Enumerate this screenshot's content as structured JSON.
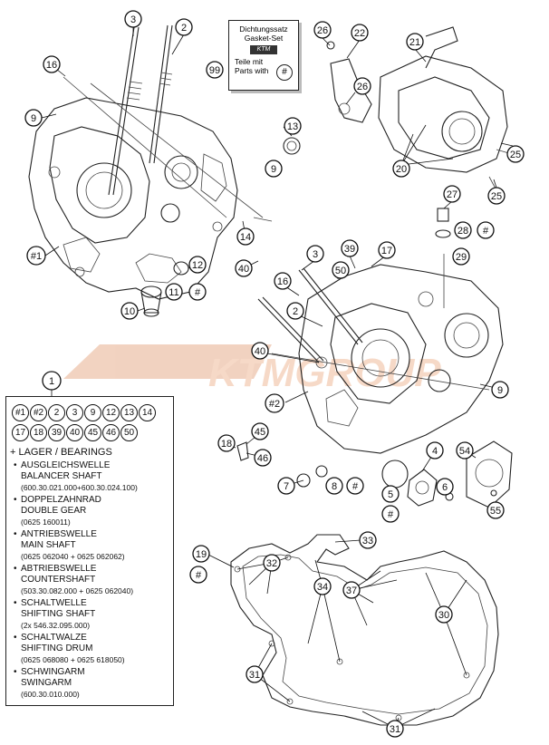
{
  "watermark": "KTMGROUP",
  "gasket_set": {
    "line1": "Dichtungssatz",
    "line2": "Gasket-Set",
    "logo": "KTM",
    "line3": "Teile mit",
    "line4": "Parts with",
    "hash": "#",
    "number": "99"
  },
  "legend": {
    "number": "1",
    "chips": [
      "#1",
      "#2",
      "2",
      "3",
      "9",
      "12",
      "13",
      "14",
      "17",
      "18",
      "39",
      "40",
      "45",
      "46",
      "50"
    ],
    "heading": "+ LAGER / BEARINGS",
    "items": [
      {
        "de": "AUSGLEICHSWELLE",
        "en": "BALANCER SHAFT",
        "code": "(600.30.021.000+600.30.024.100)"
      },
      {
        "de": "DOPPELZAHNRAD",
        "en": "DOUBLE GEAR",
        "code": "(0625 160011)"
      },
      {
        "de": "ANTRIEBSWELLE",
        "en": "MAIN SHAFT",
        "code": "(0625 062040 + 0625 062062)"
      },
      {
        "de": "ABTRIEBSWELLE",
        "en": "COUNTERSHAFT",
        "code": "(503.30.082.000 + 0625 062040)"
      },
      {
        "de": "SCHALTWELLE",
        "en": "SHIFTING SHAFT",
        "code": "(2x 546.32.095.000)"
      },
      {
        "de": "SCHALTWALZE",
        "en": "SHIFTING DRUM",
        "code": "(0625 068080 + 0625 618050)"
      },
      {
        "de": "SCHWINGARM",
        "en": "SWINGARM",
        "code": "(600.30.010.000)"
      }
    ]
  },
  "callouts": [
    {
      "id": "c3a",
      "label": "3"
    },
    {
      "id": "c2a",
      "label": "2"
    },
    {
      "id": "c16a",
      "label": "16"
    },
    {
      "id": "c9a",
      "label": "9"
    },
    {
      "id": "c13",
      "label": "13"
    },
    {
      "id": "c9b",
      "label": "9"
    },
    {
      "id": "c1",
      "label": "#1"
    },
    {
      "id": "c14",
      "label": "14"
    },
    {
      "id": "c12",
      "label": "12"
    },
    {
      "id": "c40a",
      "label": "40"
    },
    {
      "id": "c11",
      "label": "11"
    },
    {
      "id": "c11h",
      "label": "#"
    },
    {
      "id": "c10",
      "label": "10"
    },
    {
      "id": "c26a",
      "label": "26"
    },
    {
      "id": "c22",
      "label": "22"
    },
    {
      "id": "c21",
      "label": "21"
    },
    {
      "id": "c26b",
      "label": "26"
    },
    {
      "id": "c25a",
      "label": "25"
    },
    {
      "id": "c20",
      "label": "20"
    },
    {
      "id": "c25b",
      "label": "25"
    },
    {
      "id": "c27",
      "label": "27"
    },
    {
      "id": "c28",
      "label": "28"
    },
    {
      "id": "c28h",
      "label": "#"
    },
    {
      "id": "c29",
      "label": "29"
    },
    {
      "id": "c3b",
      "label": "3"
    },
    {
      "id": "c39",
      "label": "39"
    },
    {
      "id": "c17",
      "label": "17"
    },
    {
      "id": "c50",
      "label": "50"
    },
    {
      "id": "c16b",
      "label": "16"
    },
    {
      "id": "c2b",
      "label": "2"
    },
    {
      "id": "c40b",
      "label": "40"
    },
    {
      "id": "c9c",
      "label": "9"
    },
    {
      "id": "c2h",
      "label": "#2"
    },
    {
      "id": "c45",
      "label": "45"
    },
    {
      "id": "c18",
      "label": "18"
    },
    {
      "id": "c46",
      "label": "46"
    },
    {
      "id": "c4",
      "label": "4"
    },
    {
      "id": "c54",
      "label": "54"
    },
    {
      "id": "c7",
      "label": "7"
    },
    {
      "id": "c8",
      "label": "8"
    },
    {
      "id": "c8h",
      "label": "#"
    },
    {
      "id": "c6",
      "label": "6"
    },
    {
      "id": "c5",
      "label": "5"
    },
    {
      "id": "c5h",
      "label": "#"
    },
    {
      "id": "c55",
      "label": "55"
    },
    {
      "id": "c33",
      "label": "33"
    },
    {
      "id": "c19",
      "label": "19"
    },
    {
      "id": "c19h",
      "label": "#"
    },
    {
      "id": "c32",
      "label": "32"
    },
    {
      "id": "c34",
      "label": "34"
    },
    {
      "id": "c37",
      "label": "37"
    },
    {
      "id": "c30",
      "label": "30"
    },
    {
      "id": "c31a",
      "label": "31"
    },
    {
      "id": "c31b",
      "label": "31"
    }
  ]
}
